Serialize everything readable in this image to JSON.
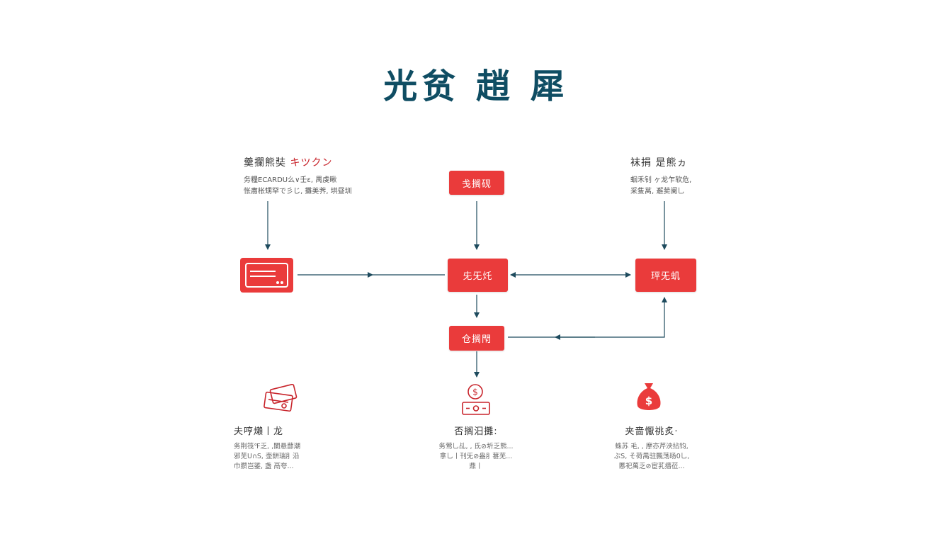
{
  "title": "光贫 趙 犀",
  "colors": {
    "accent": "#ea3b3b",
    "title": "#0f4d63",
    "arrow": "#1e4b5e"
  },
  "top_left": {
    "heading": "羹攔熊奘",
    "heading_accent": "キツクン",
    "lines": [
      "务糧ECARDU么∨壬ε,  禺虔瞅",
      "怅肅枨甥罕で彡じ,  攤美荠,  垬昼圳"
    ]
  },
  "top_right": {
    "heading": "袜捐 是熊ヵ",
    "lines": [
      "蛔禾钊 ヶ龙乍软危,",
      "采隻莴,  邂荬阑乚"
    ]
  },
  "nodes": {
    "card_icon": "credit-card-icon",
    "top_box": "戋搁砚",
    "center_box": "兂旡灹",
    "right_box": "玶旡虮",
    "bottom_box": "仓搁閇"
  },
  "bottom": [
    {
      "icon": "cards-icon",
      "heading": "夫哼㸊丨龙",
      "lines": [
        "务荆筏℉乏,  ,闌悬蔀潮",
        "邪芜U∩S,  壶鉼瑞⺼沿",
        "巾臜岂鋈,   盏 鬲夸..."
      ]
    },
    {
      "icon": "coin-cash-icon",
      "heading": "否搁汨攤:",
      "lines": [
        "务莺乚乩,  ,  氐⊘圻乏熊...",
        "拿乚丨刊旡⊘盎⺼葚芜...",
        "鼎丨"
      ]
    },
    {
      "icon": "money-bag-icon",
      "heading": "夹啬懨祧炙·",
      "lines": [
        "蛛苏 毛,  ,  摩亦芹泱拈钧,",
        "ぶS,  そ荷禺驻飄荡旸0乚,",
        "慝祀萬乏⊘宦芤搢莅..."
      ]
    }
  ]
}
